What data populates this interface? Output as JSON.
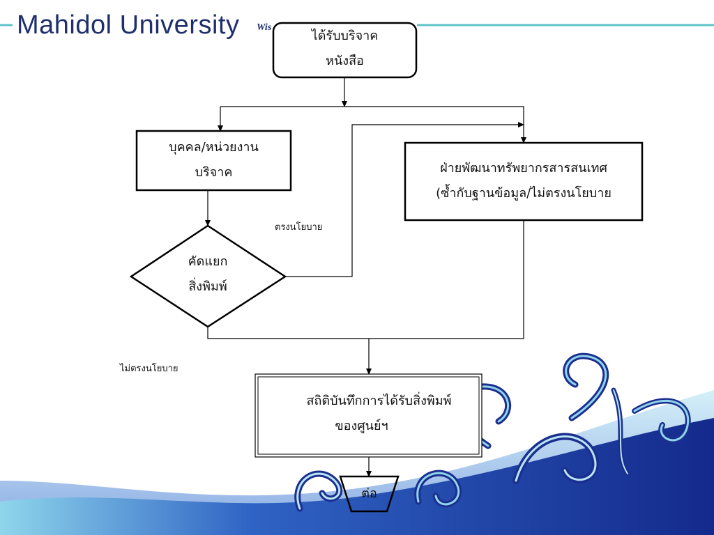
{
  "header": {
    "title": "Mahidol University",
    "motto": "Wis"
  },
  "colors": {
    "brand": "#1f2f6e",
    "accent_line": "#5ec3c9",
    "wave_dark": "#1d2f9a",
    "wave_light": "#7fd0e6"
  },
  "flowchart": {
    "nodes": {
      "start": {
        "line1": "ได้รับบริจาค",
        "line2": "หนังสือ"
      },
      "donor": {
        "line1": "บุคคล/หน่วยงาน",
        "line2": "บริจาค"
      },
      "sort": {
        "line1": "คัดแยก",
        "line2": "สิ่งพิมพ์"
      },
      "resource_dev": {
        "line1": "ฝ่ายพัฒนาทรัพยากรสารสนเทศ",
        "line2": "(ซ้ำกับฐานข้อมูล/ไม่ตรงนโยบาย"
      },
      "statistics": {
        "line1": "สถิติบันทึกการได้รับสิ่งพิมพ์",
        "line2": "ของศูนย์ฯ"
      },
      "connector": {
        "label": "ต่อ"
      }
    },
    "edge_labels": {
      "matches_policy": "ตรงนโยบาย",
      "not_matching_policy": "ไม่ตรงนโยบาย"
    }
  }
}
